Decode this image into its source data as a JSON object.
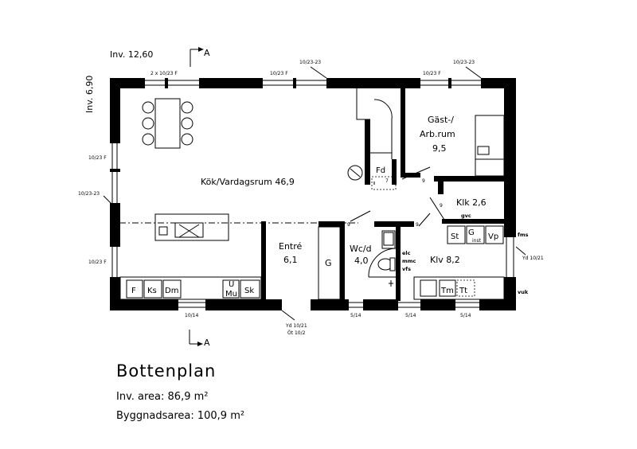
{
  "plan": {
    "title": "Bottenplan",
    "inv_area_label": "Inv. area: 86,9 m²",
    "bygg_area_label": "Byggnadsarea: 100,9 m²",
    "inv_width": "Inv. 12,60",
    "inv_depth": "Inv. 6,90",
    "section_mark": "A"
  },
  "rooms": {
    "kok": "Kök/Vardagsrum 46,9",
    "gast_line1": "Gäst-/",
    "gast_line2": "Arb.rum",
    "gast_area": "9,5",
    "klk": "Klk 2,6",
    "entre_name": "Entré",
    "entre_area": "6,1",
    "wc_name": "Wc/d",
    "wc_area": "4,0",
    "klv": "Klv 8,2"
  },
  "fixtures": {
    "f": "F",
    "ks": "Ks",
    "dm": "Dm",
    "u": "U",
    "mu": "Mu",
    "sk": "Sk",
    "g": "G",
    "fd": "Fd",
    "st": "St",
    "g2": "G",
    "inst": "inst",
    "vp": "Vp",
    "tm": "Tm",
    "tt": "Tt",
    "gvc": "gvc",
    "fms": "fms",
    "vuk": "vuk",
    "elc": "elc",
    "mmc": "mmc",
    "vfs": "vfs"
  },
  "openings": {
    "w_top1": "2 x 10/23 F",
    "w_top2": "10/23 F",
    "w_top3": "10/23-23",
    "w_top4": "10/23 F",
    "w_top5": "10/23-23",
    "w_left1": "10/23 F",
    "w_left2": "10/23-23",
    "w_left3": "10/23 F",
    "w_bot1": "10/14",
    "w_bot2": "5/14",
    "w_bot3": "5/14",
    "w_bot4": "5/14",
    "door_yd1": "Yd 10/21",
    "door_ot": "Öt 10/2",
    "door_yd2": "Yd 10/21",
    "door9": "9",
    "door7": "7"
  }
}
